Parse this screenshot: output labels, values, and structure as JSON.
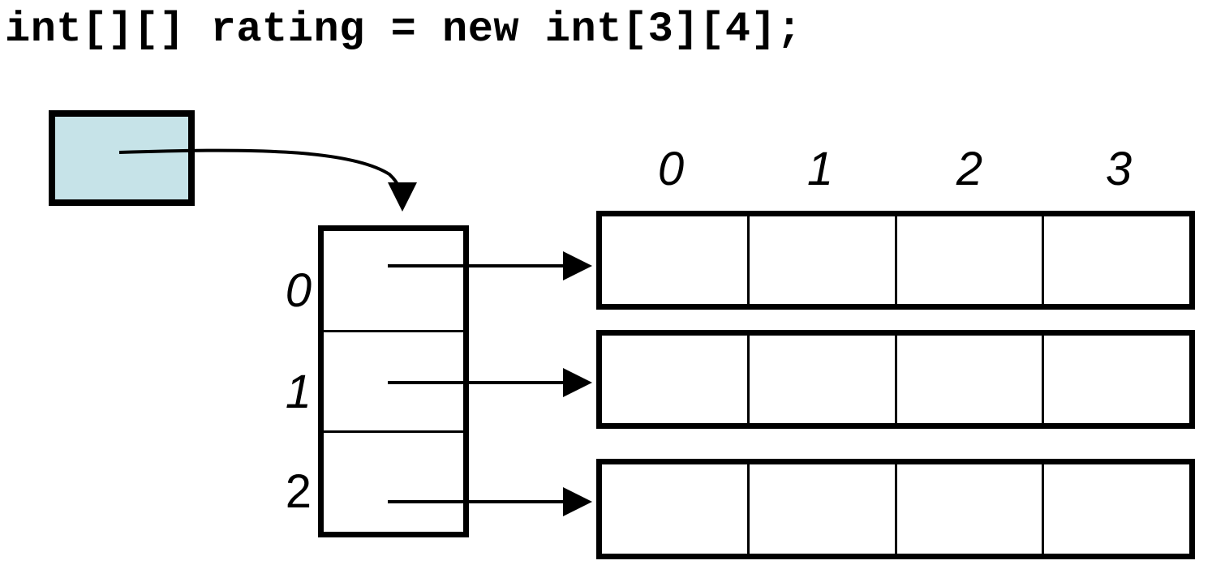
{
  "code": {
    "text": "int[][] rating = new int[3][4];"
  },
  "variable": {
    "name": "rating-reference-box",
    "fill_color": "#c6e3e8",
    "border_color": "#000000",
    "value": ""
  },
  "row_index_box": {
    "label": "outer-array",
    "length": 3,
    "row_labels": [
      {
        "text": "0",
        "style": "italic"
      },
      {
        "text": "1",
        "style": "italic"
      },
      {
        "text": "2",
        "style": "upright"
      }
    ],
    "cells": [
      "",
      "",
      ""
    ]
  },
  "column_headers": [
    {
      "text": "0"
    },
    {
      "text": "1"
    },
    {
      "text": "2"
    },
    {
      "text": "3"
    }
  ],
  "row_arrays": [
    {
      "index": "0",
      "cells": [
        "",
        "",
        "",
        ""
      ]
    },
    {
      "index": "1",
      "cells": [
        "",
        "",
        "",
        ""
      ]
    },
    {
      "index": "2",
      "cells": [
        "",
        "",
        "",
        ""
      ]
    }
  ],
  "arrows": {
    "reference_arrow": "curved-arrow-from-variable-to-outer-array",
    "row_arrows": [
      "arrow-row-0-to-inner-array-0",
      "arrow-row-1-to-inner-array-1",
      "arrow-row-2-to-inner-array-2"
    ]
  },
  "colors": {
    "stroke": "#000000",
    "background": "#ffffff",
    "variable_fill": "#c6e3e8"
  }
}
